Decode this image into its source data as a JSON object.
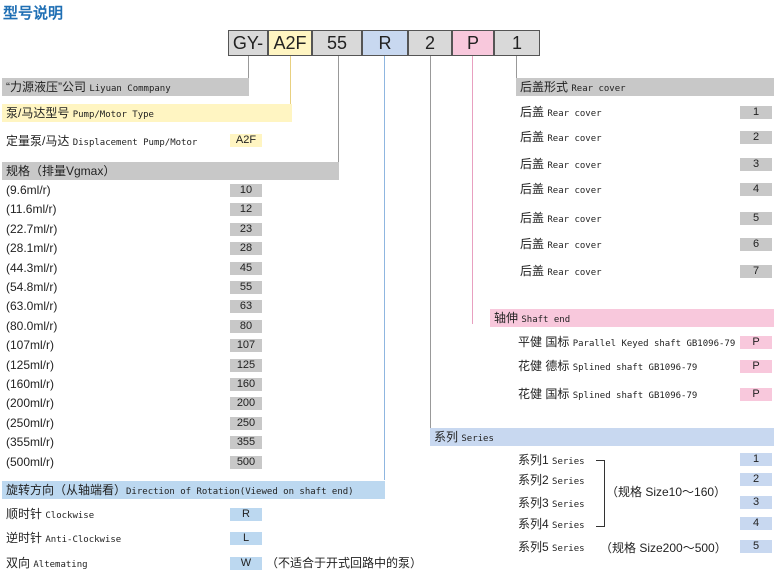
{
  "title": "型号说明",
  "code": [
    "GY-",
    "A2F",
    "55",
    "R",
    "2",
    "P",
    "1"
  ],
  "company": {
    "label": "“力源液压”公司",
    "en": "Liyuan Commpany"
  },
  "pump_type": {
    "label": "泵/马达型号",
    "en": "Pump/Motor Type"
  },
  "displacement": {
    "label": "定量泵/马达",
    "en": "Displacement Pump/Motor",
    "value": "A2F"
  },
  "spec": {
    "label": "规格（排量Vgmax）",
    "rows": [
      {
        "label": "(9.6ml/r)",
        "value": "10"
      },
      {
        "label": "(11.6ml/r)",
        "value": "12"
      },
      {
        "label": "(22.7ml/r)",
        "value": "23"
      },
      {
        "label": "(28.1ml/r)",
        "value": "28"
      },
      {
        "label": "(44.3ml/r)",
        "value": "45"
      },
      {
        "label": "(54.8ml/r)",
        "value": "55"
      },
      {
        "label": "(63.0ml/r)",
        "value": "63"
      },
      {
        "label": "(80.0ml/r)",
        "value": "80"
      },
      {
        "label": "(107ml/r)",
        "value": "107"
      },
      {
        "label": "(125ml/r)",
        "value": "125"
      },
      {
        "label": "(160ml/r)",
        "value": "160"
      },
      {
        "label": "(200ml/r)",
        "value": "200"
      },
      {
        "label": "(250ml/r)",
        "value": "250"
      },
      {
        "label": "(355ml/r)",
        "value": "355"
      },
      {
        "label": "(500ml/r)",
        "value": "500"
      }
    ]
  },
  "rotation": {
    "label": "旋转方向（从轴端看）",
    "en": "Direction of Rotation(Viewed on shaft end)",
    "rows": [
      {
        "label": "顺时针",
        "en": "Clockwise",
        "value": "R",
        "note": ""
      },
      {
        "label": "逆时针",
        "en": "Anti-Clockwise",
        "value": "L",
        "note": ""
      },
      {
        "label": "双向",
        "en": "Altemating",
        "value": "W",
        "note": "（不适合于开式回路中的泵）"
      }
    ]
  },
  "rear": {
    "label": "后盖形式",
    "en": "Rear cover",
    "rows": [
      {
        "label": "后盖",
        "en": "Rear cover",
        "value": "1"
      },
      {
        "label": "后盖",
        "en": "Rear cover",
        "value": "2"
      },
      {
        "label": "后盖",
        "en": "Rear cover",
        "value": "3"
      },
      {
        "label": "后盖",
        "en": "Rear cover",
        "value": "4"
      },
      {
        "label": "后盖",
        "en": "Rear cover",
        "value": "5"
      },
      {
        "label": "后盖",
        "en": "Rear cover",
        "value": "6"
      },
      {
        "label": "后盖",
        "en": "Rear cover",
        "value": "7"
      }
    ]
  },
  "shaft": {
    "label": "轴伸",
    "en": "Shaft end",
    "rows": [
      {
        "label": "平健 国标",
        "en": "Parallel Keyed shaft GB1096-79",
        "value": "P"
      },
      {
        "label": "花健 德标",
        "en": "Splined shaft GB1096-79",
        "value": "P"
      },
      {
        "label": "花健 国标",
        "en": "Splined shaft GB1096-79",
        "value": "P"
      }
    ]
  },
  "series": {
    "label": "系列",
    "en": "Series",
    "rows": [
      {
        "label": "系列1",
        "en": "Series",
        "value": "1"
      },
      {
        "label": "系列2",
        "en": "Series",
        "value": "2"
      },
      {
        "label": "系列3",
        "en": "Series",
        "value": "3"
      },
      {
        "label": "系列4",
        "en": "Series",
        "value": "4"
      },
      {
        "label": "系列5",
        "en": "Series",
        "value": "5"
      }
    ],
    "note_a": "（规格 Size10～160）",
    "note_b": "（规格 Size200～500）"
  }
}
